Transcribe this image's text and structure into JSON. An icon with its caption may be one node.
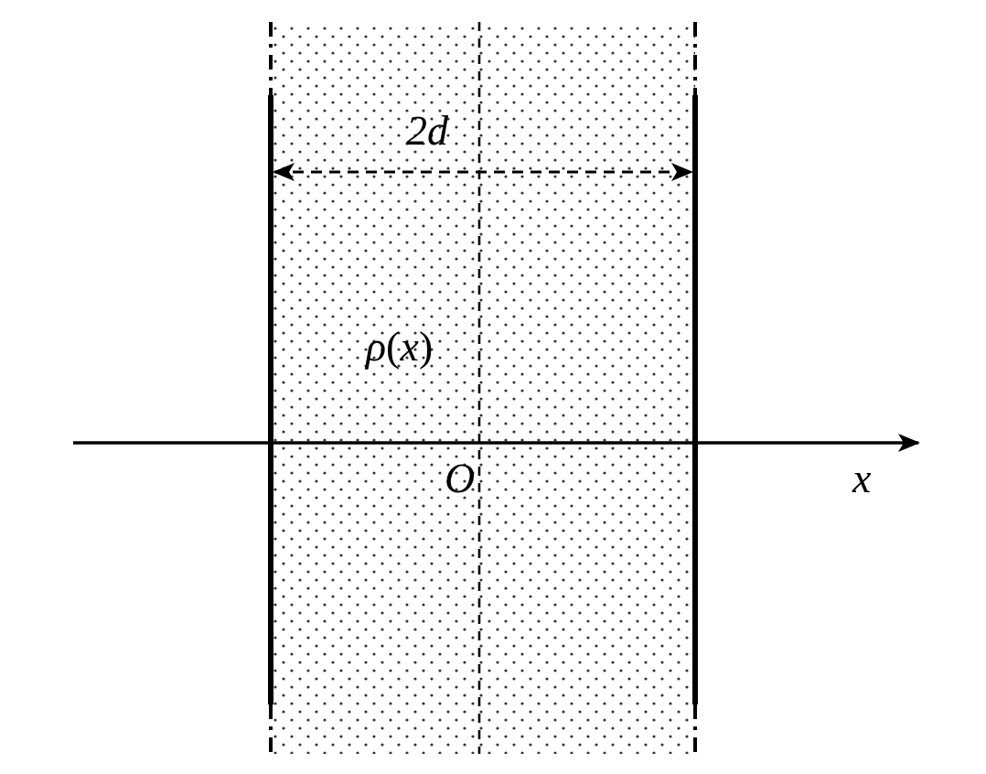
{
  "diagram": {
    "labels": [
      "2d",
      "*ρ*(*x*)",
      "*O*",
      "*x*"
    ]
  }
}
